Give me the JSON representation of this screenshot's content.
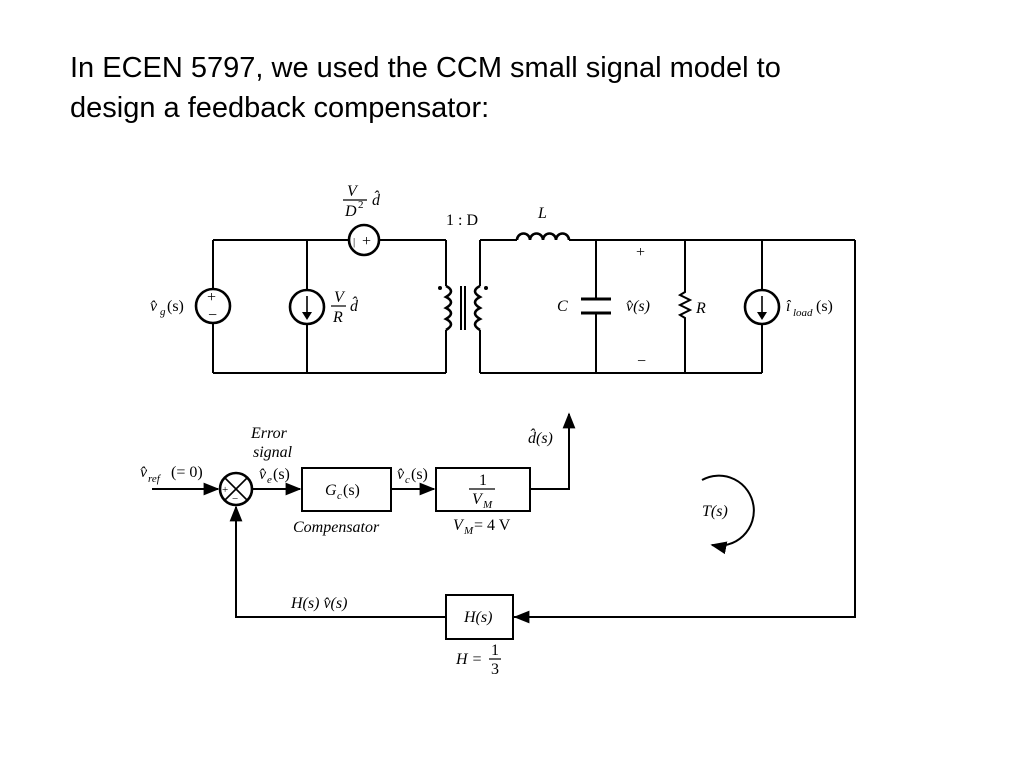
{
  "title": {
    "line1": "In ECEN 5797, we used the CCM small signal model to",
    "line2": "design a feedback compensator:"
  },
  "circuit": {
    "dep_source_top": {
      "coef_num": "V",
      "coef_den": "D",
      "coef_den_sup": "2",
      "var": "d̂",
      "plus": "+",
      "minus": "|"
    },
    "vg": {
      "main": "v̂",
      "sub": "g",
      "arg": "(s)",
      "plus": "+",
      "minus": "−"
    },
    "current_source_left": {
      "coef_num": "V",
      "coef_den": "R",
      "var": "d̂"
    },
    "transformer": {
      "ratio": "1 : D"
    },
    "inductor": "L",
    "capacitor": "C",
    "output_voltage": {
      "label": "v̂(s)",
      "plus": "+",
      "minus": "−"
    },
    "load_resistor": "R",
    "load_current": {
      "main": "î",
      "sub": "load",
      "arg": "(s)"
    }
  },
  "control": {
    "vref": {
      "main": "v̂",
      "sub": "ref",
      "note": "(= 0)"
    },
    "summer": {
      "plus": "+",
      "minus": "−"
    },
    "error_signal_line1": "Error",
    "error_signal_line2": "signal",
    "ve": {
      "main": "v̂",
      "sub": "e",
      "arg": "(s)"
    },
    "compensator": {
      "main": "G",
      "sub": "c",
      "arg": "(s)",
      "caption": "Compensator"
    },
    "vc": {
      "main": "v̂",
      "sub": "c",
      "arg": "(s)"
    },
    "modulator": {
      "num": "1",
      "den_main": "V",
      "den_sub": "M",
      "caption_main": "V",
      "caption_sub": "M",
      "caption_value": " = 4 V"
    },
    "d_out": "d̂(s)",
    "loop_gain": "T(s)",
    "sensor": {
      "label": "H(s)",
      "caption_lhs": "H =",
      "frac_num": "1",
      "frac_den": "3"
    },
    "feedback_signal": "H(s) v̂(s)"
  }
}
